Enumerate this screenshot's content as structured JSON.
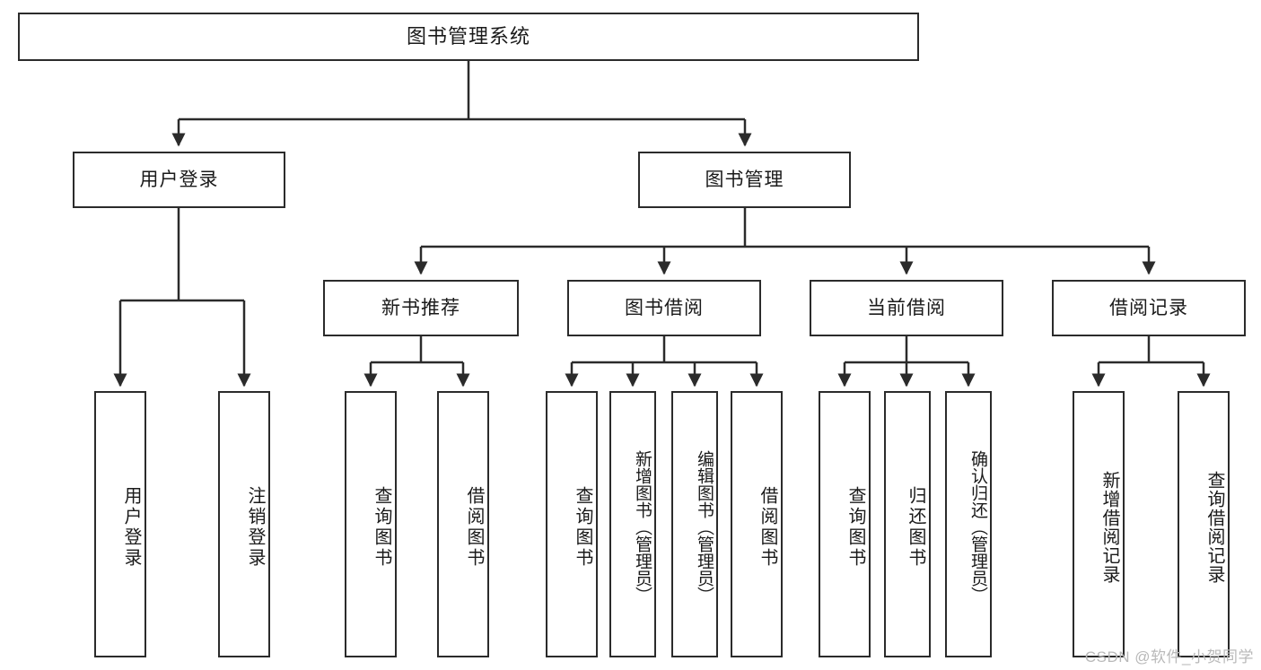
{
  "diagram": {
    "title": "图书管理系统",
    "watermark": "CSDN @软件_小贺同学",
    "colors": {
      "stroke": "#2b2b2b",
      "fill": "#ffffff",
      "background": "#ffffff",
      "watermark": "#b9b9b9"
    },
    "levels": {
      "root_label": "图书管理系统",
      "level2": [
        "用户登录",
        "图书管理"
      ],
      "level3": [
        "新书推荐",
        "图书借阅",
        "当前借阅",
        "借阅记录"
      ]
    },
    "nodes": {
      "root": {
        "label": "图书管理系统"
      },
      "user_login": {
        "label": "用户登录"
      },
      "book_manage": {
        "label": "图书管理"
      },
      "new_book_rec": {
        "label": "新书推荐"
      },
      "book_borrow": {
        "label": "图书借阅"
      },
      "current_borrow": {
        "label": "当前借阅"
      },
      "borrow_record": {
        "label": "借阅记录"
      },
      "leaf_user_login": {
        "label": "用户登录"
      },
      "leaf_user_logout": {
        "label": "注销登录"
      },
      "leaf_query_book_a": {
        "label": "查询图书"
      },
      "leaf_borrow_book_a": {
        "label": "借阅图书"
      },
      "leaf_query_book_b": {
        "label": "查询图书"
      },
      "leaf_add_book": {
        "label": "新增图书（管理员）"
      },
      "leaf_edit_book": {
        "label": "编辑图书（管理员）"
      },
      "leaf_borrow_book_b": {
        "label": "借阅图书"
      },
      "leaf_query_book_c": {
        "label": "查询图书"
      },
      "leaf_return_book": {
        "label": "归还图书"
      },
      "leaf_confirm_return": {
        "label": "确认归还（管理员）"
      },
      "leaf_add_record": {
        "label": "新增借阅记录"
      },
      "leaf_query_record": {
        "label": "查询借阅记录"
      }
    },
    "edges": [
      {
        "from": "root",
        "to": "用户登录"
      },
      {
        "from": "root",
        "to": "图书管理"
      },
      {
        "from": "用户登录",
        "to": "用户登录(叶)"
      },
      {
        "from": "用户登录",
        "to": "注销登录"
      },
      {
        "from": "图书管理",
        "to": "新书推荐"
      },
      {
        "from": "图书管理",
        "to": "图书借阅"
      },
      {
        "from": "图书管理",
        "to": "当前借阅"
      },
      {
        "from": "图书管理",
        "to": "借阅记录"
      },
      {
        "from": "新书推荐",
        "to": "查询图书"
      },
      {
        "from": "新书推荐",
        "to": "借阅图书"
      },
      {
        "from": "图书借阅",
        "to": "查询图书"
      },
      {
        "from": "图书借阅",
        "to": "新增图书（管理员）"
      },
      {
        "from": "图书借阅",
        "to": "编辑图书（管理员）"
      },
      {
        "from": "图书借阅",
        "to": "借阅图书"
      },
      {
        "from": "当前借阅",
        "to": "查询图书"
      },
      {
        "from": "当前借阅",
        "to": "归还图书"
      },
      {
        "from": "当前借阅",
        "to": "确认归还（管理员）"
      },
      {
        "from": "借阅记录",
        "to": "新增借阅记录"
      },
      {
        "from": "借阅记录",
        "to": "查询借阅记录"
      }
    ]
  }
}
